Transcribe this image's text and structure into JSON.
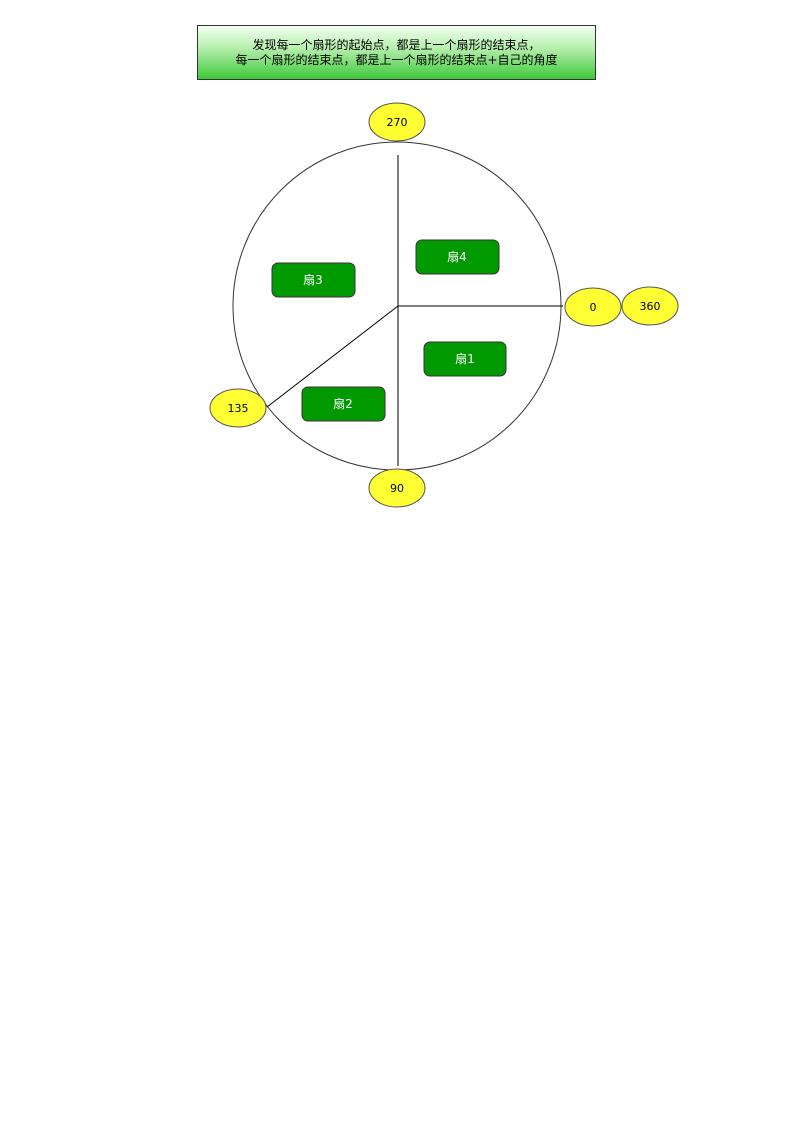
{
  "title": {
    "line1": "发现每一个扇形的起始点，都是上一个扇形的结束点，",
    "line2": "每一个扇形的结束点，都是上一个扇形的结束点+自己的角度"
  },
  "angles": {
    "top": "270",
    "right_start": "0",
    "right_end": "360",
    "bottom": "90",
    "left": "135"
  },
  "sectors": {
    "s1": "扇1",
    "s2": "扇2",
    "s3": "扇3",
    "s4": "扇4"
  },
  "colors": {
    "oval_fill": "#ffff33",
    "sector_fill": "#009900",
    "title_gradient_end": "#3ec83a"
  }
}
